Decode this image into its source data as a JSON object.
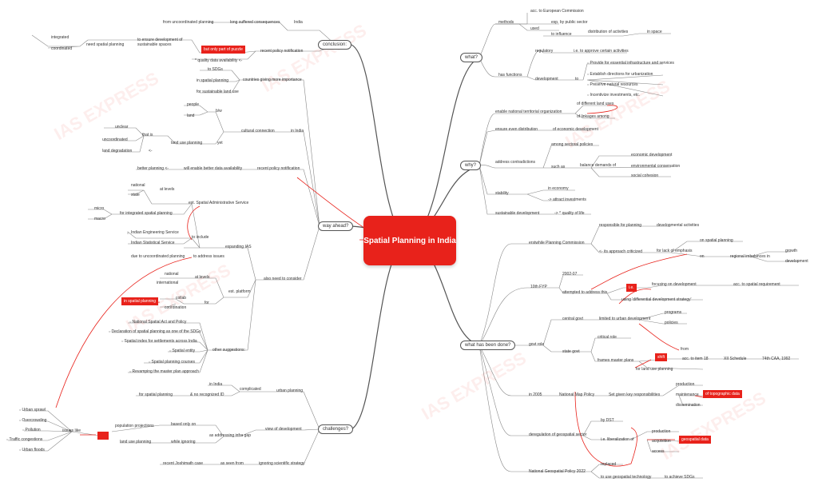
{
  "center_title": "Spatial Planning in India",
  "watermark": "IAS EXPRESS",
  "branches": {
    "what": "what?",
    "why": "why?",
    "done": "what has been done?",
    "conclusion": "conclusion:",
    "way": "way ahead?",
    "challenges": "challenges?"
  },
  "what": {
    "methods": "methods",
    "eu": "acc. to European Commission",
    "used": "used",
    "public": "esp. by public sector",
    "influence": "to influence",
    "distribution": "distribution of activities",
    "space": "in space",
    "functions": "has functions",
    "regulatory": "regulatory",
    "approve": "i.e. to approve certain activities",
    "development": "development",
    "to": "to",
    "items": [
      "Provide for essential infrastructure and services",
      "Establish directions for urbanization",
      "Preserve natural resources",
      "Incentivize investments, etc."
    ]
  },
  "why": {
    "enable": "enable national territorial organization",
    "land": "of different land uses",
    "linkages": "of linkages among",
    "ensure": "ensure even distribution",
    "economic": "of economic development",
    "address": "address contradictions",
    "sectoral": "among sectoral policies",
    "such": "such as",
    "balance": "balance demands of",
    "econ_dev": "economic development",
    "env": "environmental conservation",
    "social": "social cohesion",
    "stability": "stability",
    "economy": "in economy",
    "attract": "-> attract investments",
    "sustainable": "sustainable development",
    "quality": "-> ^ quality of life"
  },
  "done": {
    "commission": "erstwhile Planning Commission",
    "responsible": "responsible for planning",
    "developmental": "developmental activities",
    "criticized": "<- its approach criticized",
    "lack": "for lack of emphasis",
    "on_spatial": "on spatial planning",
    "on": "on",
    "regional": "regional imbalances in",
    "growth": "growth",
    "devel": "development",
    "fyp": "10th FYP",
    "years": "2002-07",
    "attempted": "attempted to address this",
    "ie": "i.e.",
    "focusing": "focusing on development",
    "acc_spatial": "acc. to spatial requirement",
    "differential": "using 'differential development strategy'",
    "govt_role": "govt role",
    "central": "central govt",
    "limited": "limited to urban development",
    "programs": "programs",
    "policies": "policies",
    "state": "state govt",
    "critical": "critical role",
    "frames": "frames master plans",
    "from": "from",
    "shift": "shift",
    "item18": "acc. to item 18",
    "schedule": "XII Schedule",
    "caa": "74th CAA, 1992",
    "for_land": "for land use planning",
    "in2005": "in 2005",
    "nmp": "National Map Policy",
    "set": "Set given key responsibilities",
    "production": "production",
    "maintenance": "maintenance",
    "dissemination": "dissemination",
    "topo": "of topographic data",
    "dereg": "deregulation of geospatial sector",
    "dst": "by DST",
    "liberalization": "i.e. liberalization of",
    "prod2": "production",
    "acquisition": "acquisition",
    "access": "access",
    "geo_data": "geospatial data",
    "ngp": "National Geospatial Policy 2022",
    "replaced": "replaced",
    "use_geo": "to use geospatial technology",
    "sdgs": "to achieve SDGs"
  },
  "conclusion": {
    "india": "India",
    "long": "long suffered consequences",
    "uncoordinated": "from uncoordinated planning",
    "recent": "recent policy notification",
    "but": "but only part of puzzle",
    "ensure": "to ensure development of sustainable spaces",
    "need": "need spatial planning",
    "integrated": "integrated",
    "coordinated": "coordinated",
    "quality": "* quality data availability <-"
  },
  "way": {
    "countries": "countries giving more importance",
    "to_sdgs": "to SDGs",
    "in_spatial": "in spatial planning",
    "sustainable": "for sustainable land use",
    "in_india": "in India",
    "cultural": "cultural connection",
    "bw": "b/w",
    "people": "people",
    "land": "land",
    "yet": "yet",
    "land_use": "land use planning",
    "that_is": "that is",
    "unclear": "unclear",
    "uncoord": "uncoordinated",
    "degradation": "land degradation",
    "arrow": "<-",
    "recent": "recent policy notification",
    "enable": "will enable better data availability",
    "better": "better planning <-",
    "also": "also need to consider",
    "expanding": "expanding IAS",
    "est_sas": "est. Spatial Administrative Service",
    "at_levels": "at levels",
    "national": "national",
    "state": "state",
    "integrated": "for integrated spatial planning",
    "micro": "micro",
    "macro": "macro",
    "include": "to include",
    "ies": "Indian Engineering Service",
    "iss": "Indian Statistical Service",
    "address": "to address issues",
    "due": "due to uncoordinated planning",
    "platform": "est. platform",
    "at_levels2": "at levels",
    "national2": "national",
    "international": "international",
    "for": "for",
    "collab": "collab",
    "coordination": "coordination",
    "in_spatial2": "in spatial planning",
    "other": "other suggestions:",
    "suggestions": [
      "National Spatial Act and Policy",
      "Declaration of spatial planning as one of the SDGs",
      "Spatial index for settlements across India",
      "Spatial entity",
      "Spatial planning courses",
      "Revamping the master plan approach"
    ]
  },
  "challenges": {
    "urban": "urban planning",
    "complicated": "complicated",
    "in_india": "in India",
    "not_recognized": "& no recognized ID",
    "for_spatial": "for spatial planning",
    "view": "view of development",
    "addressing": "as addressing infra gap",
    "based": "based only on",
    "population": "population projections",
    "ignoring": "while ignoring",
    "land_use": "land use planning",
    "issues": "issues like",
    "issue_list": [
      "Urban sprawl",
      "Overcrowding",
      "Pollution",
      "Traffic congestions",
      "Urban floods"
    ],
    "sci": "ignoring scientific strategy",
    "seen": "as seen from",
    "joshimath": "recent Joshimath case"
  }
}
